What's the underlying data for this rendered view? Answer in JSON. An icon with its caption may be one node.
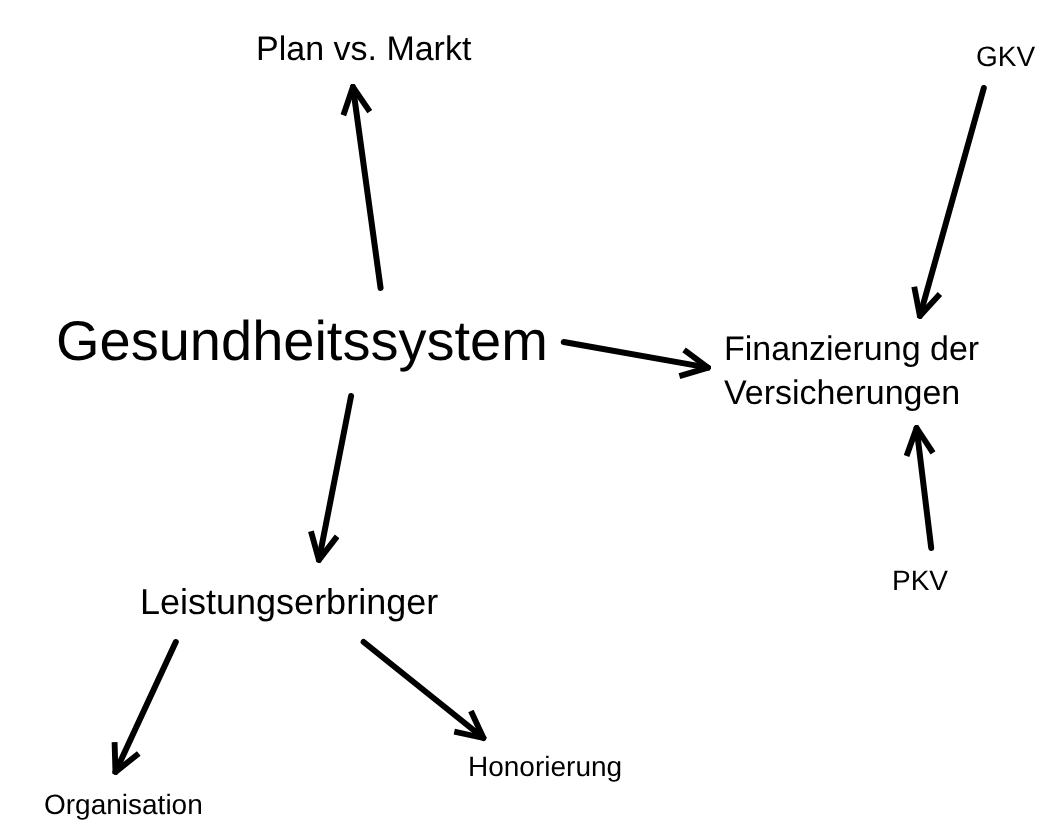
{
  "diagram": {
    "nodes": [
      {
        "text": [
          "Gesundheitssystem"
        ]
      },
      {
        "text": [
          "Plan vs. Markt"
        ]
      },
      {
        "text": [
          "Finanzierung der Versicherungen"
        ]
      },
      {
        "text": [
          "GKV"
        ]
      },
      {
        "text": [
          "PKV"
        ]
      },
      {
        "text": [
          "Leistungserbringer"
        ]
      },
      {
        "text": [
          "Organisation"
        ]
      },
      {
        "text": [
          "Honorierung"
        ]
      }
    ],
    "edges": [
      {
        "from": 0,
        "to": 1,
        "arrow": "to"
      },
      {
        "from": 0,
        "to": 2,
        "arrow": "to"
      },
      {
        "from": 0,
        "to": 5,
        "arrow": "to"
      },
      {
        "from": 3,
        "to": 2,
        "arrow": "to"
      },
      {
        "from": 4,
        "to": 2,
        "arrow": "to"
      },
      {
        "from": 5,
        "to": 6,
        "arrow": "to"
      },
      {
        "from": 5,
        "to": 7,
        "arrow": "to"
      }
    ]
  }
}
